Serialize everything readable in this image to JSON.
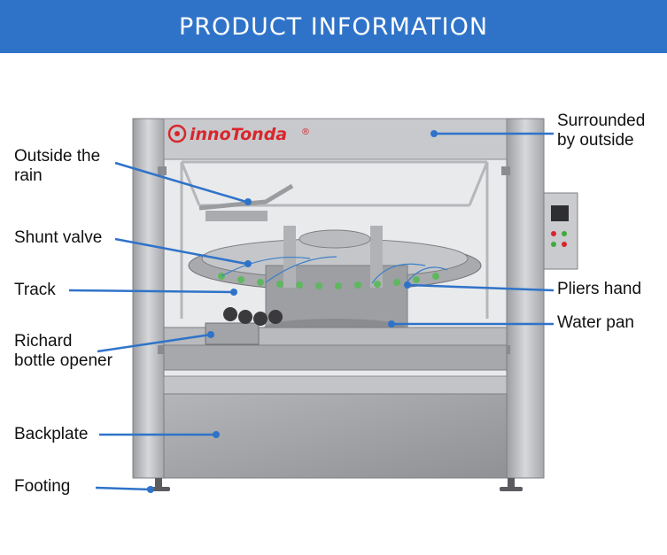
{
  "banner": {
    "title": "PRODUCT INFORMATION",
    "color": "#2f73c9"
  },
  "brand": {
    "name": "innoTonda",
    "mark": "®",
    "color": "#d8262c"
  },
  "accent": {
    "leader_line": "#2f73c9"
  },
  "labels": {
    "surrounded": [
      "Surrounded",
      "by outside"
    ],
    "outside_rain": [
      "Outside the",
      "rain"
    ],
    "shunt_valve": "Shunt valve",
    "track": "Track",
    "pliers_hand": "Pliers hand",
    "water_pan": "Water pan",
    "richard": [
      "Richard",
      "bottle opener"
    ],
    "backplate": "Backplate",
    "footing": "Footing"
  }
}
